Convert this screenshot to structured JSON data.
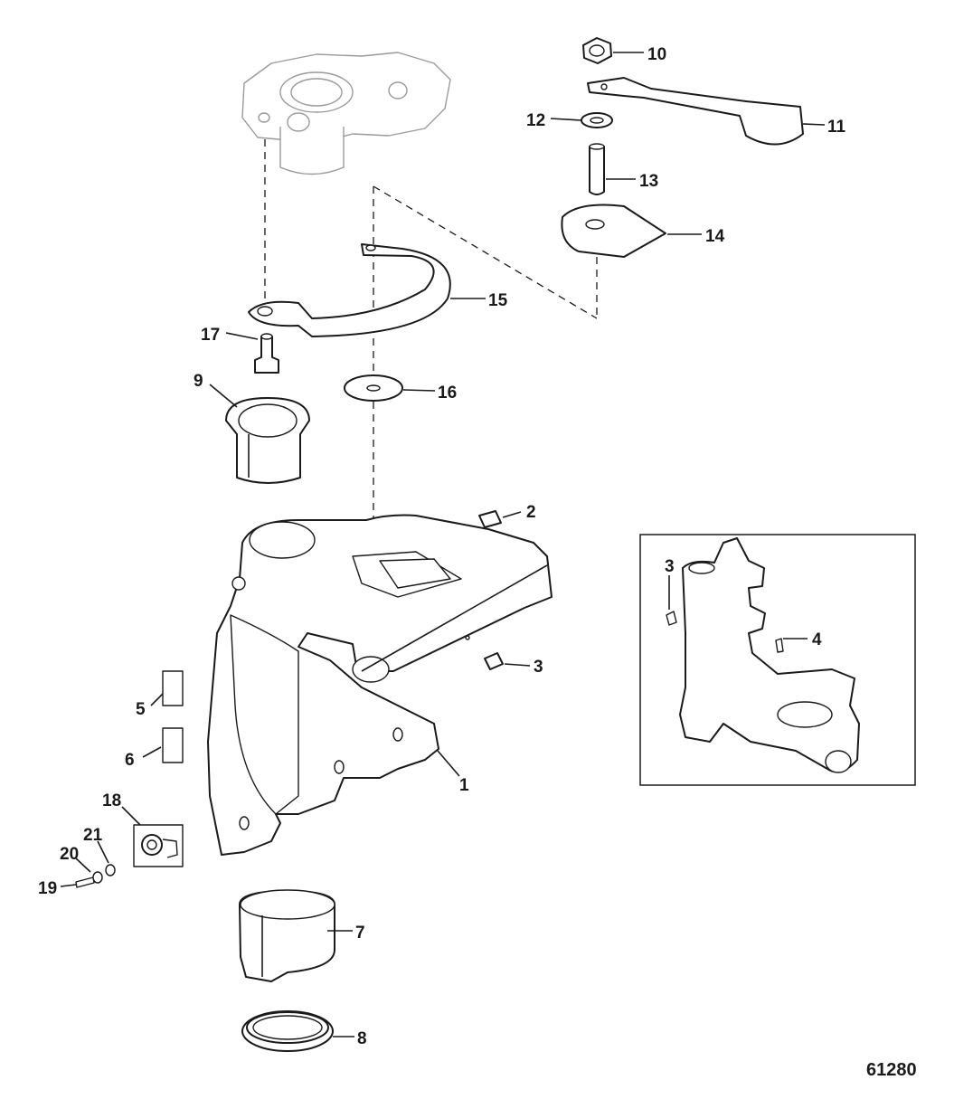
{
  "figure_number": "61280",
  "callouts": [
    "1",
    "2",
    "3",
    "3",
    "4",
    "5",
    "6",
    "7",
    "8",
    "9",
    "10",
    "11",
    "12",
    "13",
    "14",
    "15",
    "16",
    "17",
    "18",
    "19",
    "20",
    "21"
  ]
}
